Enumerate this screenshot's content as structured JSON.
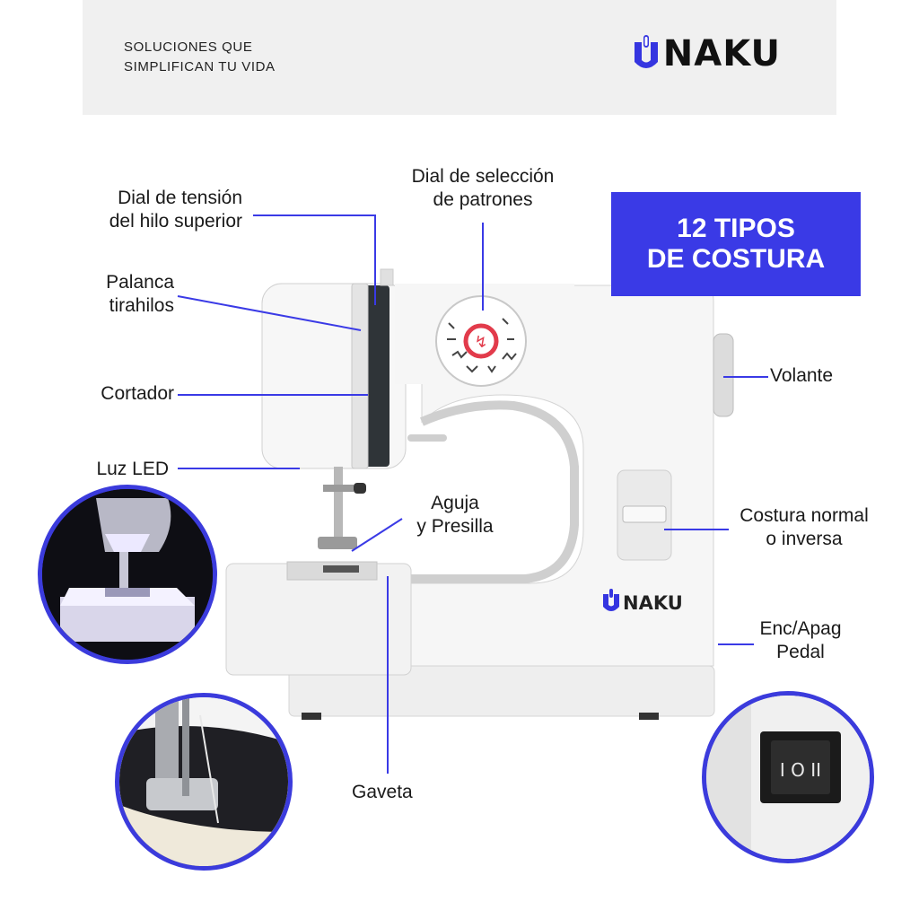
{
  "header": {
    "tagline_line1": "SOLUCIONES QUE",
    "tagline_line2": "SIMPLIFICAN TU VIDA",
    "brand_name": "NAKU"
  },
  "badge": {
    "line1": "12 TIPOS",
    "line2": "DE COSTURA"
  },
  "labels": {
    "pattern_dial_1": "Dial de selección",
    "pattern_dial_2": "de patrones",
    "tension_1": "Dial de tensión",
    "tension_2": "del hilo superior",
    "lever_1": "Palanca",
    "lever_2": "tirahilos",
    "cutter": "Cortador",
    "led": "Luz LED",
    "handwheel": "Volante",
    "needle_1": "Aguja",
    "needle_2": "y Presilla",
    "reverse_1": "Costura normal",
    "reverse_2": "o inversa",
    "power_1": "Enc/Apag",
    "power_2": "Pedal",
    "drawer": "Gaveta"
  },
  "machine_brand": "NAKU",
  "colors": {
    "accent": "#3a3ae6",
    "machine_body": "#f4f4f4",
    "header_bg": "#f0f0f0"
  },
  "icons": [
    "naku-logo-icon",
    "pattern-dial-icon",
    "power-switch-icon"
  ]
}
